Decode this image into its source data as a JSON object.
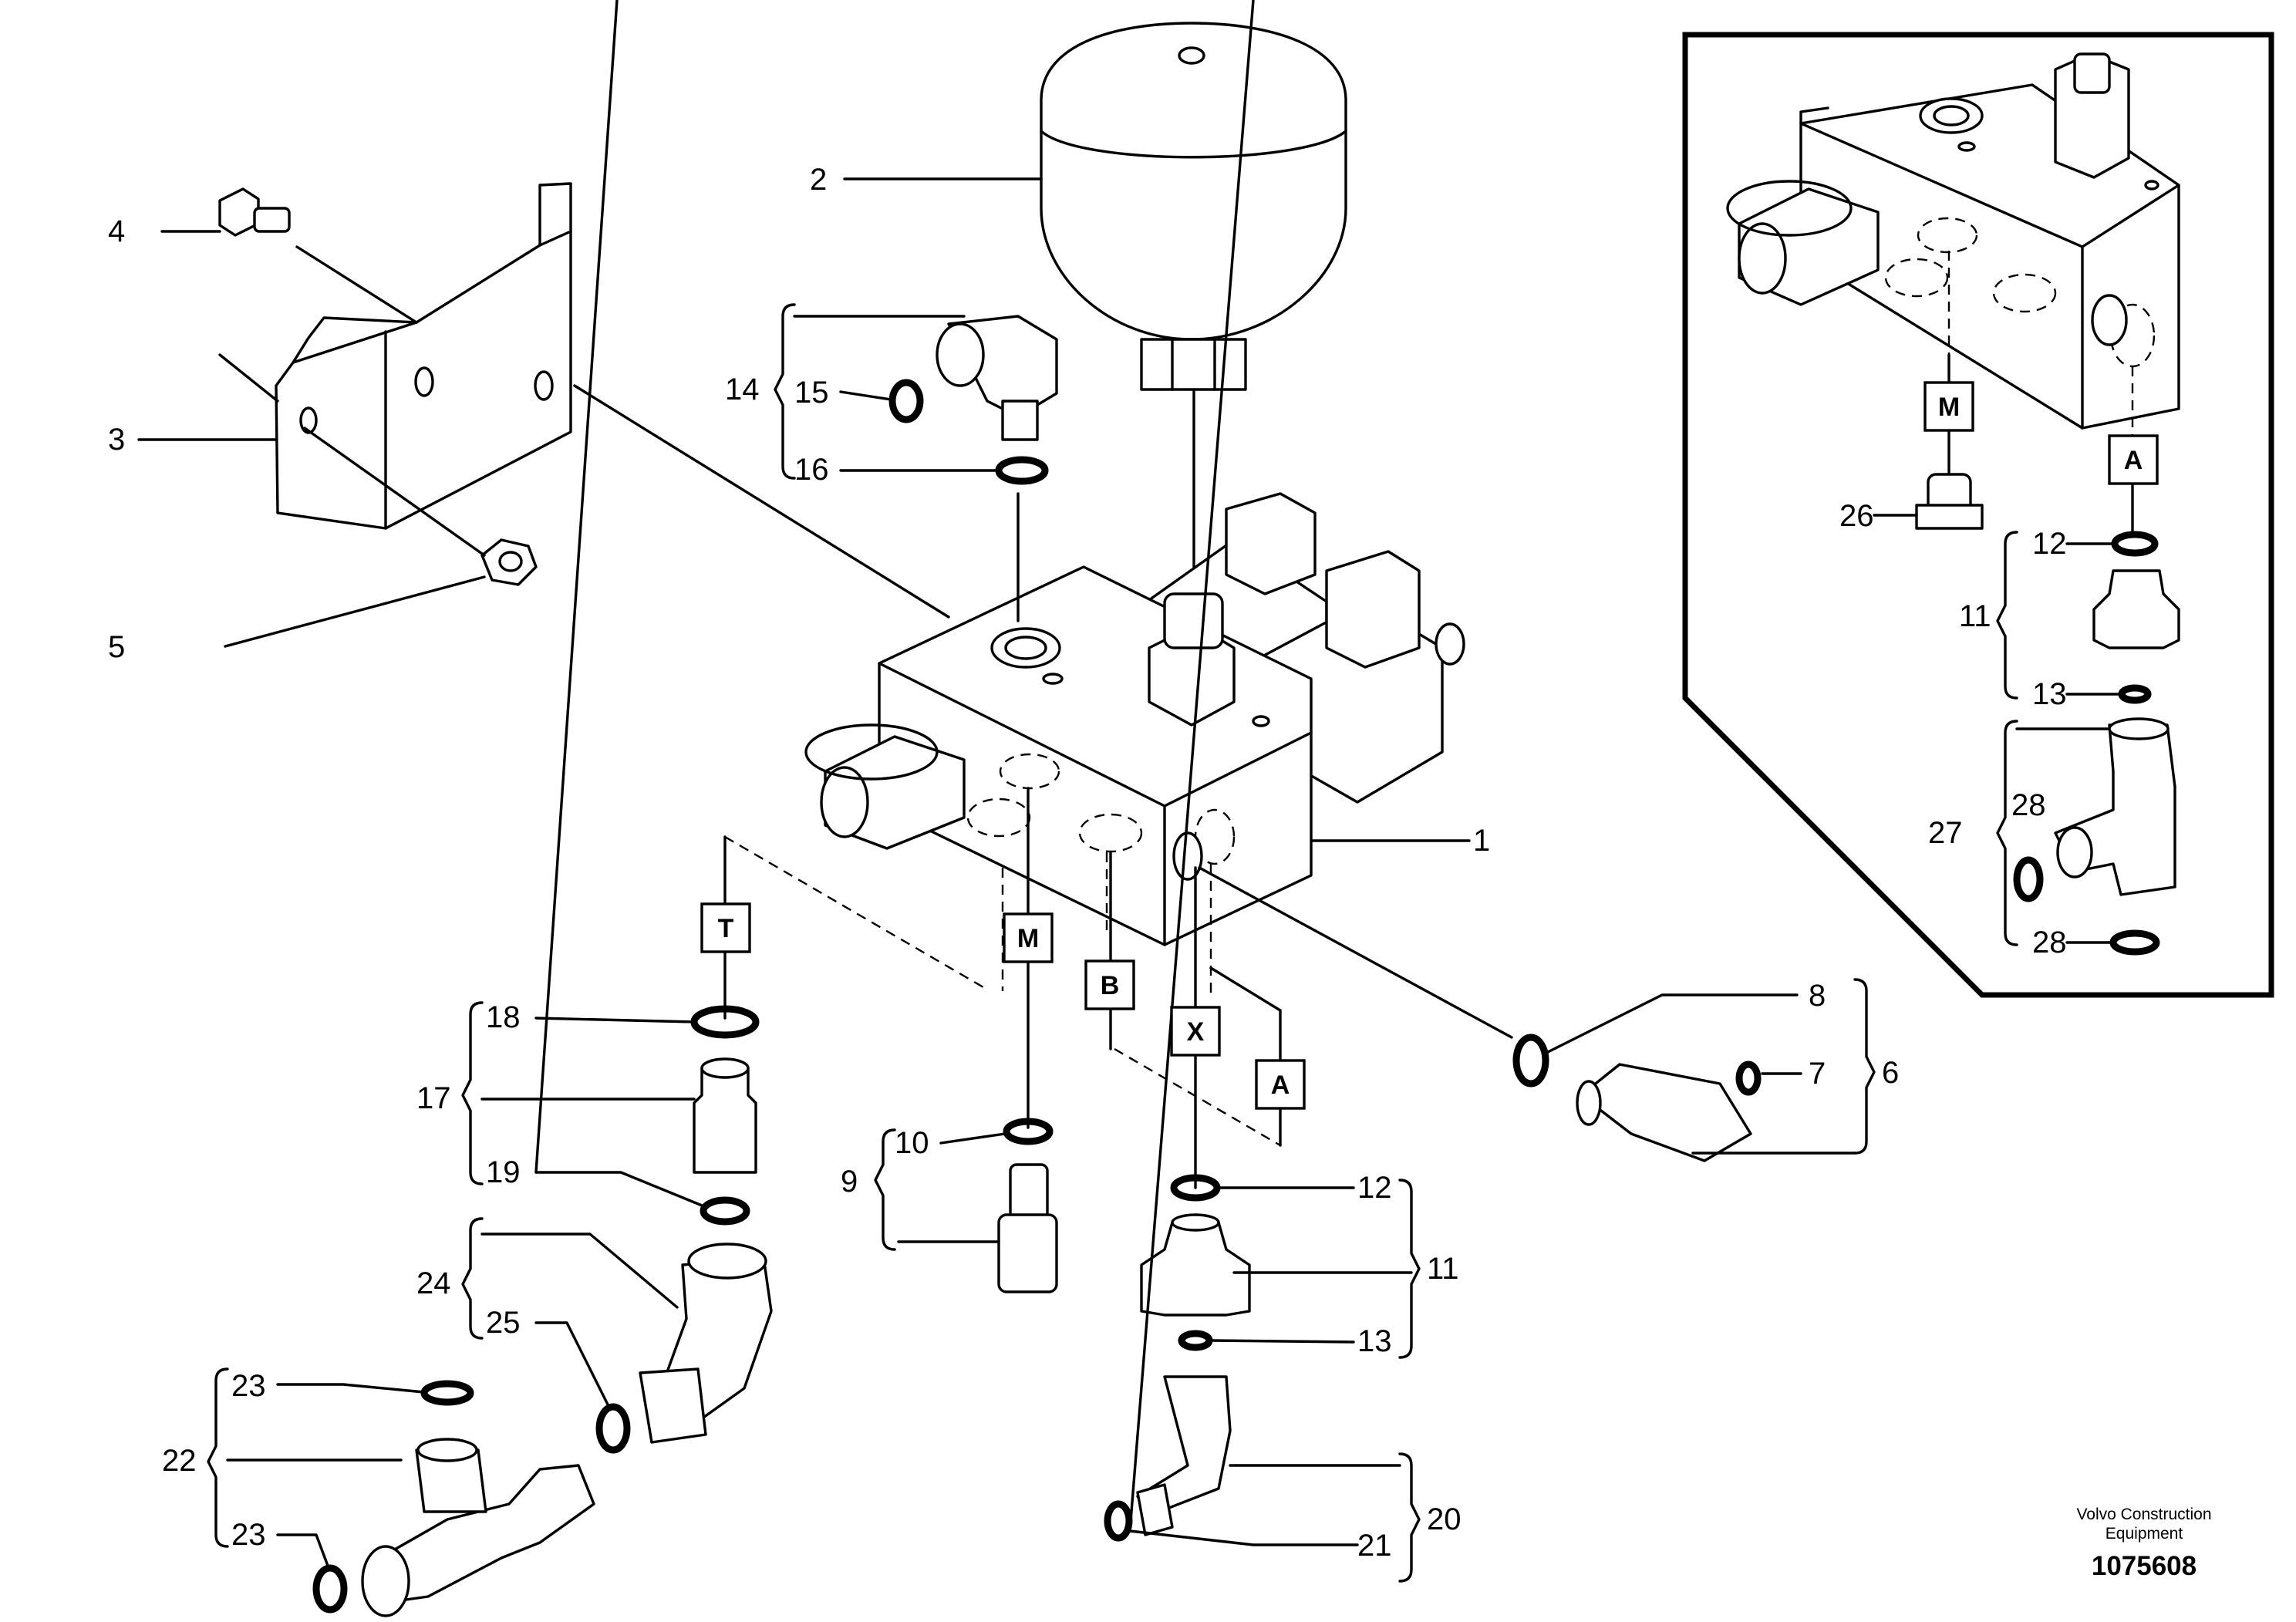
{
  "callouts": {
    "c1": "1",
    "c2": "2",
    "c3": "3",
    "c4": "4",
    "c5": "5",
    "c6": "6",
    "c7": "7",
    "c8": "8",
    "c9": "9",
    "c10": "10",
    "c11": "11",
    "c12": "12",
    "c13": "13",
    "c14": "14",
    "c15": "15",
    "c16": "16",
    "c17": "17",
    "c18": "18",
    "c19": "19",
    "c20": "20",
    "c21": "21",
    "c22": "22",
    "c23a": "23",
    "c23b": "23",
    "c24": "24",
    "c25": "25"
  },
  "ports": {
    "T": "T",
    "M": "M",
    "B": "B",
    "X": "X",
    "A": "A"
  },
  "inset": {
    "ports": {
      "M": "M",
      "A": "A"
    },
    "callouts": {
      "c11": "11",
      "c12": "12",
      "c13": "13",
      "c26": "26",
      "c27": "27",
      "c28a": "28",
      "c28b": "28"
    }
  },
  "footer": {
    "company_line1": "Volvo Construction",
    "company_line2": "Equipment",
    "part_number": "1075608"
  },
  "icons": [
    "hydraulic-valve-block",
    "accumulator",
    "mounting-bracket",
    "o-ring",
    "elbow-fitting",
    "tee-fitting",
    "nipple-fitting",
    "test-point",
    "plug"
  ]
}
